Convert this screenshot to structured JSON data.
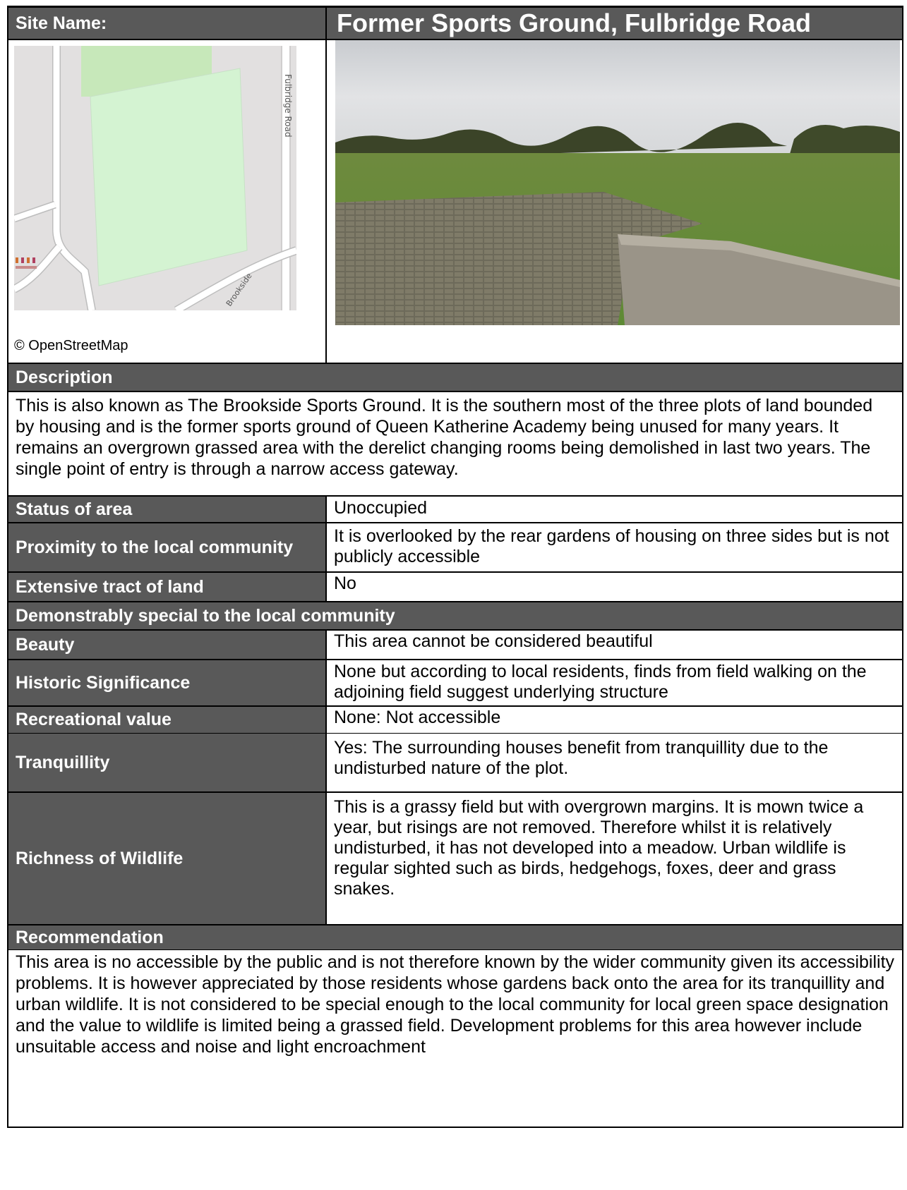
{
  "header": {
    "site_name_label": "Site Name:",
    "site_name": "Former Sports Ground, Fulbridge Road"
  },
  "map": {
    "road_label_1": "Fulbridge Road",
    "road_label_2": "Brookside",
    "credit": "© OpenStreetMap",
    "colors": {
      "land": "#e2e0e0",
      "park": "#c7e8ba",
      "site": "#d4f3d2",
      "road": "#ffffff"
    }
  },
  "description": {
    "heading": "Description",
    "text": "This is also known as The Brookside Sports Ground. It is the southern most of the three plots of land bounded by housing and is the former sports ground of Queen Katherine Academy being unused for many years. It remains an overgrown grassed area with the derelict changing rooms being demolished in last two years. The single point of entry is through a narrow access gateway."
  },
  "attributes": [
    {
      "label": "Status of area",
      "value": "Unoccupied"
    },
    {
      "label": "Proximity to the local community",
      "value": "It is overlooked by the rear gardens of housing on three sides but is not publicly accessible"
    },
    {
      "label": "Extensive tract of land",
      "value": "No"
    }
  ],
  "special": {
    "heading": "Demonstrably special to the local community",
    "items": [
      {
        "label": "Beauty",
        "value": "This area cannot be considered beautiful"
      },
      {
        "label": "Historic Significance",
        "value": "None but according to local residents, finds from field walking on the adjoining field suggest underlying structure"
      },
      {
        "label": "Recreational value",
        "value": "None: Not accessible"
      },
      {
        "label": "Tranquillity",
        "value": "Yes: The surrounding houses benefit from tranquillity due to the undisturbed nature of the plot."
      },
      {
        "label": "Richness of Wildlife",
        "value": "This is a grassy field but with overgrown margins. It is mown twice a year, but risings are not removed. Therefore whilst it is relatively undisturbed, it has not developed into a meadow. Urban wildlife is regular sighted such as birds, hedgehogs, foxes, deer and grass snakes."
      }
    ]
  },
  "recommendation": {
    "heading": "Recommendation",
    "text": "This area is no accessible by the public and is not therefore known by the wider community given its accessibility problems. It is however appreciated by those residents whose gardens back onto the area for its tranquillity and urban wildlife. It is not considered to be special enough to the local community for local green space designation and the value to wildlife is limited being a grassed field. Development problems for this area however include unsuitable access and noise and light encroachment"
  }
}
